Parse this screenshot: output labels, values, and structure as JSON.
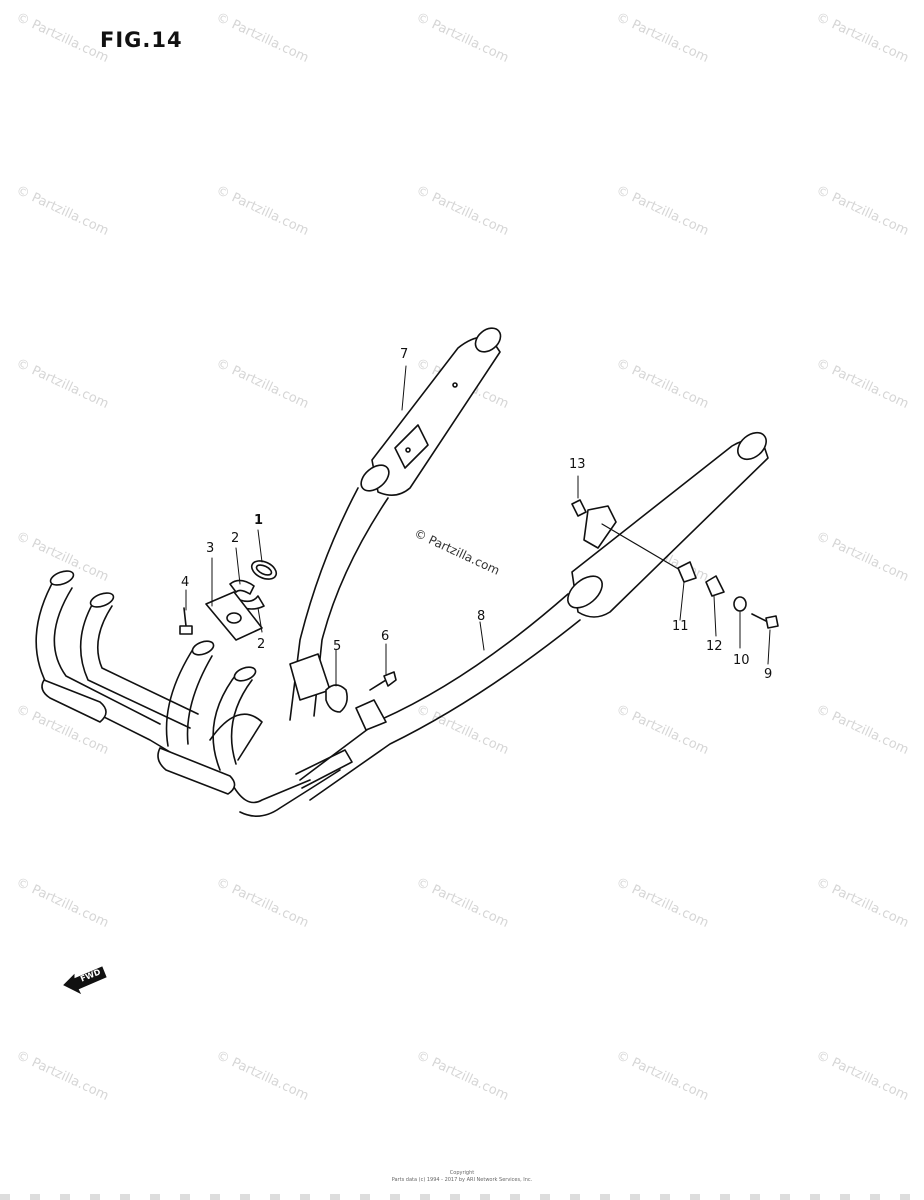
{
  "figure": {
    "title": "FIG.14",
    "watermark_text": "© Partzilla.com",
    "center_watermark": "© Partzilla.com",
    "fwd_label": "FWD",
    "copyright_line1": "Copyright",
    "copyright_line2": "Parts data (c) 1994 - 2017 by ARI Network Services, Inc."
  },
  "callouts": [
    {
      "id": "1",
      "label": "1"
    },
    {
      "id": "2a",
      "label": "2"
    },
    {
      "id": "2b",
      "label": "2"
    },
    {
      "id": "3",
      "label": "3"
    },
    {
      "id": "4",
      "label": "4"
    },
    {
      "id": "5",
      "label": "5"
    },
    {
      "id": "6",
      "label": "6"
    },
    {
      "id": "7",
      "label": "7"
    },
    {
      "id": "8",
      "label": "8"
    },
    {
      "id": "9",
      "label": "9"
    },
    {
      "id": "10",
      "label": "10"
    },
    {
      "id": "11",
      "label": "11"
    },
    {
      "id": "12",
      "label": "12"
    },
    {
      "id": "13",
      "label": "13"
    }
  ],
  "colors": {
    "line": "#111111",
    "watermark": "#d6d6d6",
    "background": "#ffffff"
  }
}
